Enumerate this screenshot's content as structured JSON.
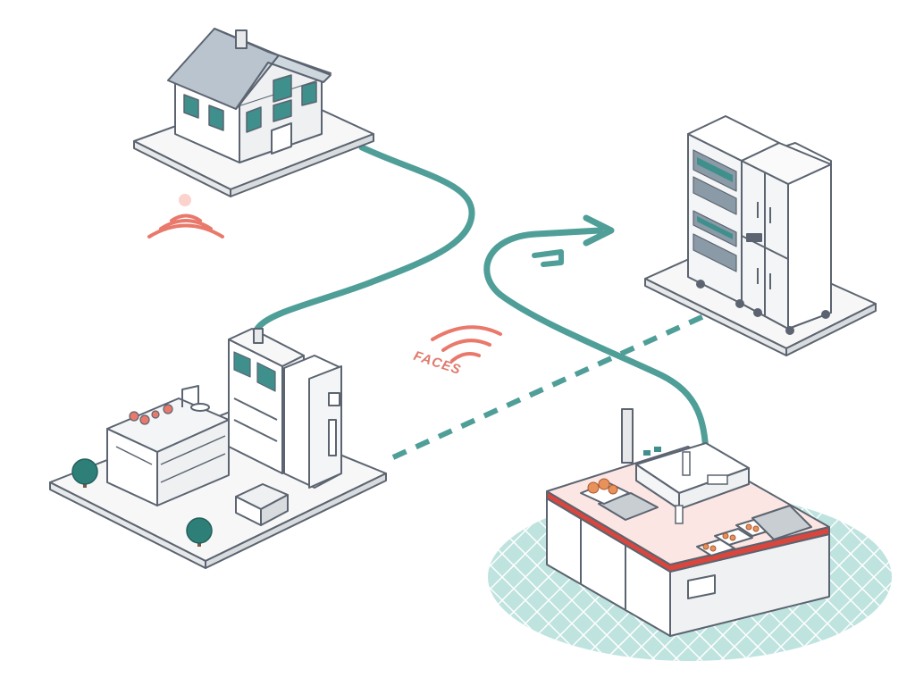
{
  "diagram": {
    "label_text": "FACES",
    "colors": {
      "link": "#4f9e98",
      "signal": "#e9796b",
      "tile": "#bfe3df",
      "tile_line": "#ffffff",
      "counter_top": "#d9463e",
      "platform": "#f6f6f6",
      "outline": "#5b6470",
      "window": "#3f8f8c"
    },
    "nodes": [
      {
        "id": "house",
        "icon": "house-icon"
      },
      {
        "id": "lab",
        "icon": "lab-building-icon"
      },
      {
        "id": "server",
        "icon": "server-cabinet-icon"
      },
      {
        "id": "kitchen",
        "icon": "kitchen-counter-icon"
      }
    ]
  }
}
